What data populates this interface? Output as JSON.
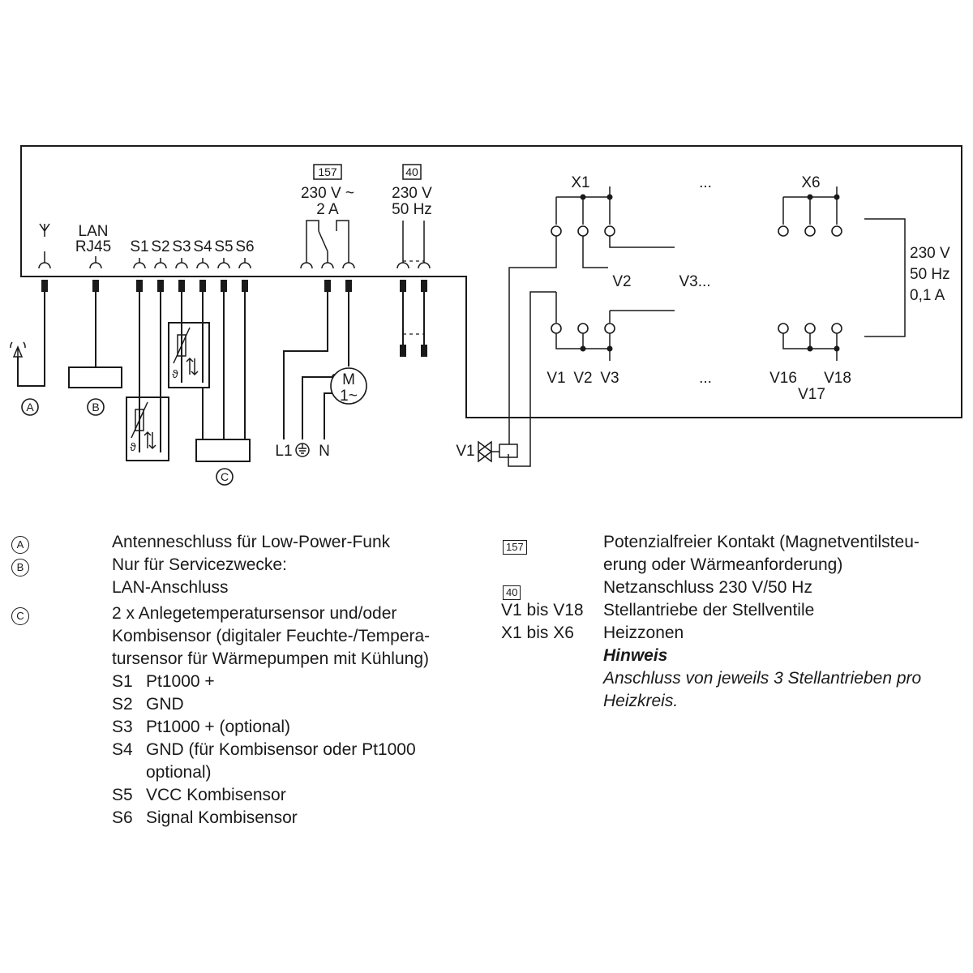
{
  "diagram": {
    "antenna_label": "",
    "lan_label": "LAN",
    "rj45_label": "RJ45",
    "sensor_terminals": [
      "S1",
      "S2",
      "S3",
      "S4",
      "S5",
      "S6"
    ],
    "relay_box": "157",
    "relay_voltage": "230 V ~",
    "relay_current": "2 A",
    "power_box": "40",
    "power_voltage": "230 V",
    "power_freq": "50 Hz",
    "zone_first": "X1",
    "zone_last": "X6",
    "ellipsis": "...",
    "v2_label": "V2",
    "v3_label": "V3...",
    "bottom_labels": [
      "V1",
      "V2",
      "V3"
    ],
    "v16": "V16",
    "v17": "V17",
    "v18": "V18",
    "out_voltage": "230 V",
    "out_freq": "50 Hz",
    "out_current": "0,1 A",
    "marker_a": "A",
    "marker_b": "B",
    "marker_c": "C",
    "motor_m": "M",
    "motor_phase": "1~",
    "mains_l1": "L1",
    "mains_n": "N",
    "valve_label": "V1",
    "theta": "ϑ"
  },
  "legend_left": {
    "a_marker": "A",
    "a_text": "Antenneschluss für Low-Power-Funk",
    "b_marker": "B",
    "b_text_1": "Nur für Servicezwecke:",
    "b_text_2": "LAN-Anschluss",
    "c_marker": "C",
    "c_text_1": "2 x Anlegetemperatursensor und/oder",
    "c_text_2": "Kombisensor (digitaler Feuchte-/Tempera-",
    "c_text_3": "tursensor für Wärmepumpen mit Kühlung)",
    "terminals": [
      {
        "id": "S1",
        "desc": "Pt1000 +"
      },
      {
        "id": "S2",
        "desc": "GND"
      },
      {
        "id": "S3",
        "desc": "Pt1000 + (optional)"
      },
      {
        "id": "S4",
        "desc": "GND (für Kombisensor oder Pt1000"
      },
      {
        "id": "",
        "desc": "optional)"
      },
      {
        "id": "S5",
        "desc": "VCC Kombisensor"
      },
      {
        "id": "S6",
        "desc": "Signal Kombisensor"
      }
    ]
  },
  "legend_right": {
    "box157": "157",
    "box157_text_1": "Potenzialfreier Kontakt (Magnetventilsteu-",
    "box157_text_2": "erung oder Wärmeanforderung)",
    "box40": "40",
    "box40_text": "Netzanschluss 230 V/50 Hz",
    "v_key": "V1 bis V18",
    "v_text": "Stellantriebe der Stellventile",
    "x_key": "X1 bis X6",
    "x_text": "Heizzonen",
    "note_title": "Hinweis",
    "note_text_1": "Anschluss von jeweils 3 Stellantrieben pro",
    "note_text_2": "Heizkreis."
  }
}
